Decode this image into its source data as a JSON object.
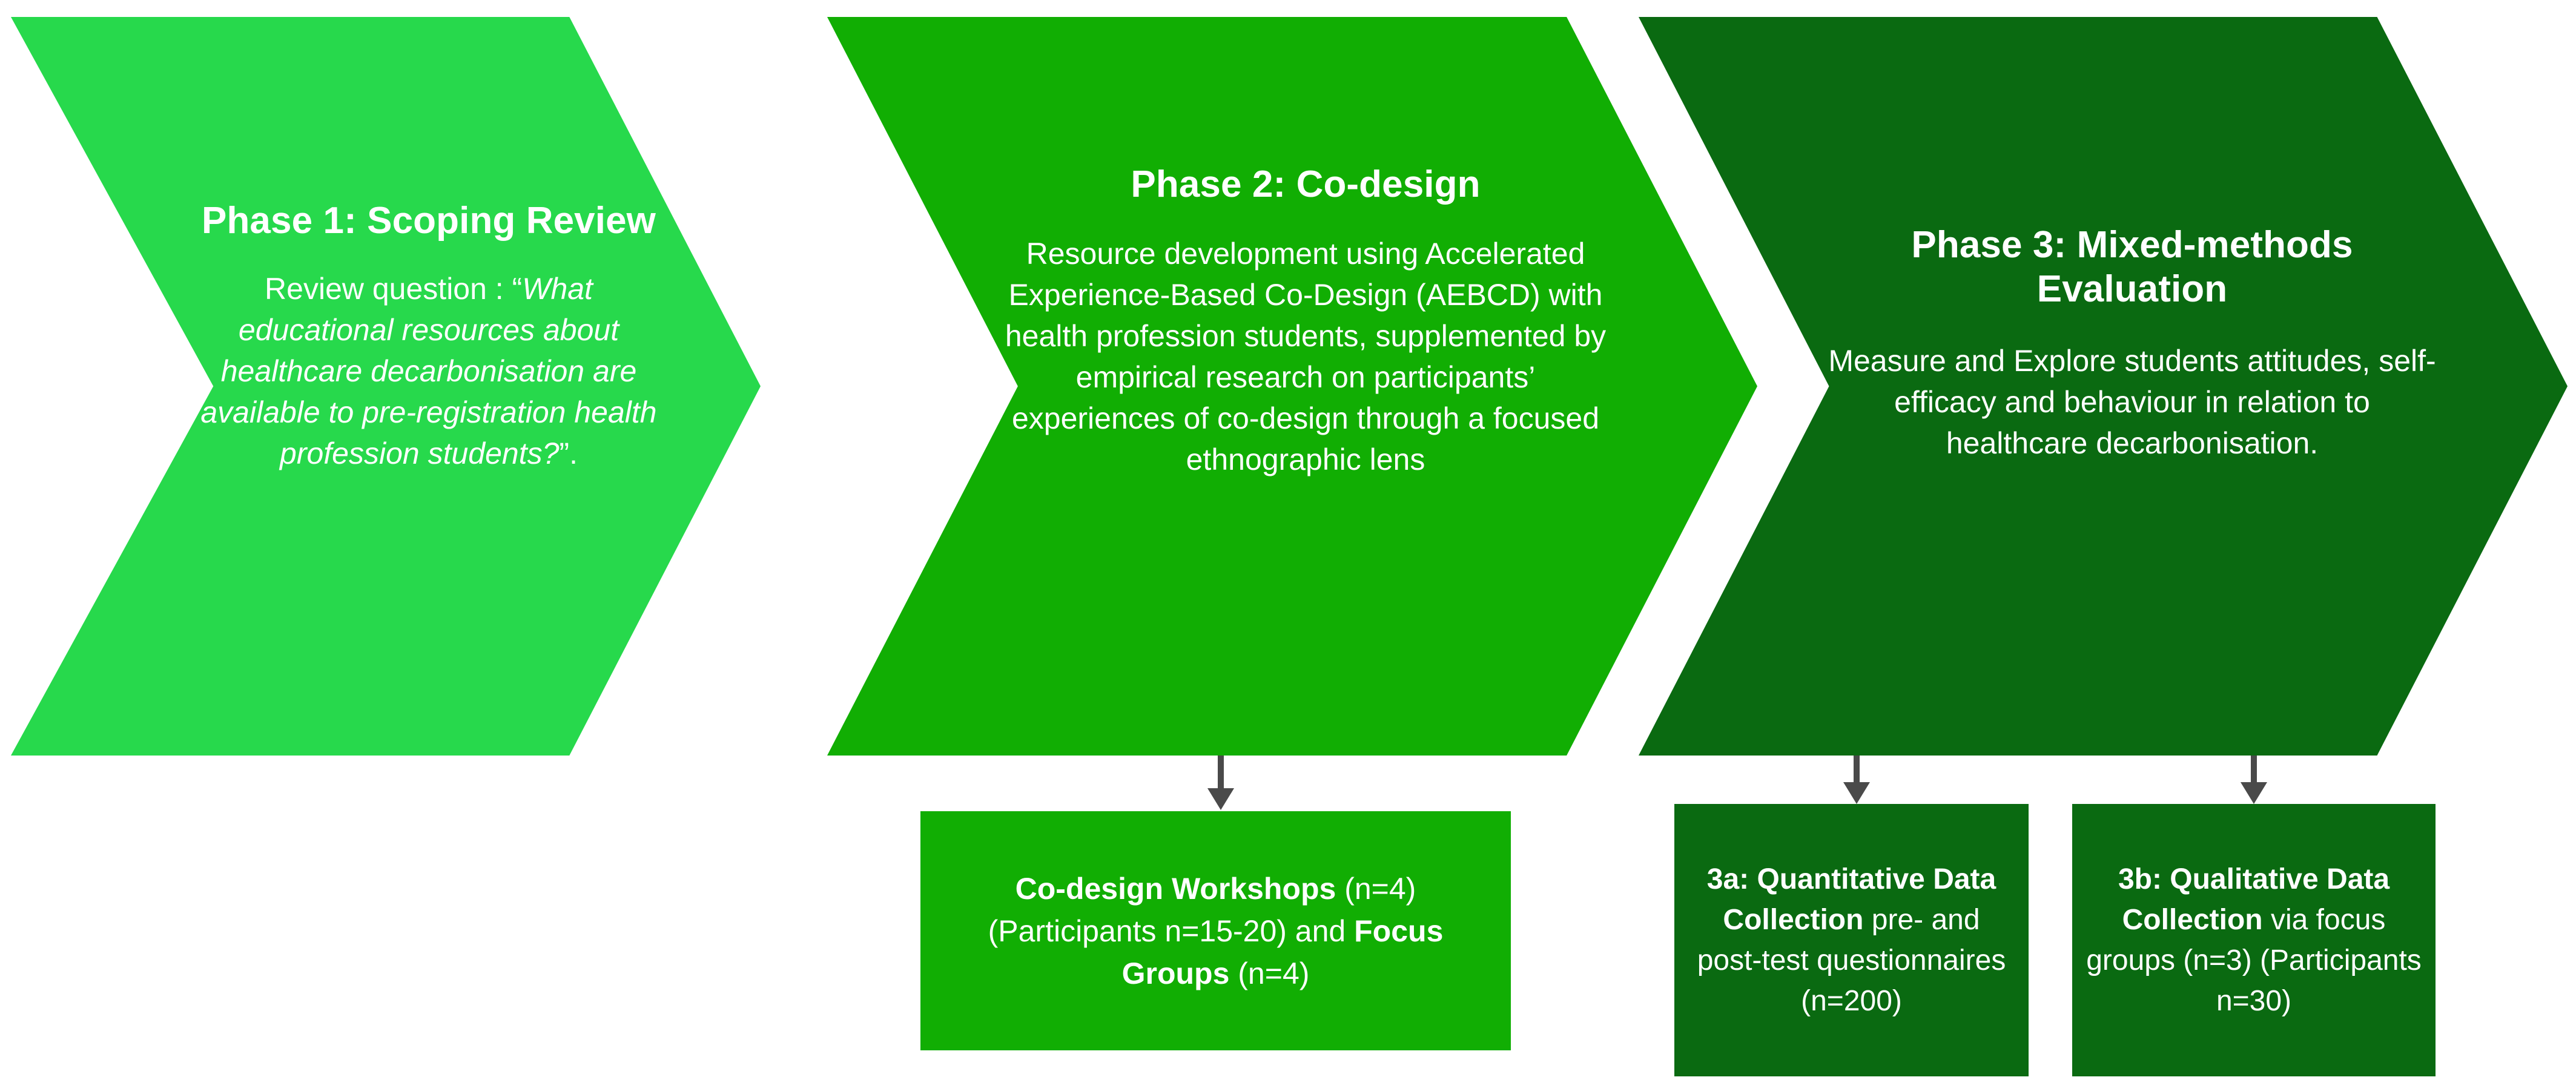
{
  "diagram": {
    "type": "process-flow-chevron",
    "colors": {
      "phase1_green": "#27d94c",
      "phase2_green": "#11ae03",
      "phase3_green": "#0a6a11",
      "arrow_gray": "#4a4a4a",
      "text_white": "#ffffff",
      "background": "#ffffff"
    },
    "phases": [
      {
        "id": "phase-1",
        "title": "Phase 1: Scoping Review",
        "body_prefix": "Review question : “",
        "body_quote": "What educational resources about healthcare decarbonisation are available to pre-registration health profession students?",
        "body_suffix": "”."
      },
      {
        "id": "phase-2",
        "title": "Phase 2: Co-design",
        "body": "Resource development using Accelerated Experience-Based Co-Design (AEBCD) with health profession students, supplemented by empirical research on participants’ experiences of co-design through a focused ethnographic lens"
      },
      {
        "id": "phase-3",
        "title": "Phase 3: Mixed-methods Evaluation",
        "body": "Measure and Explore students attitudes, self-efficacy and behaviour in relation to healthcare decarbonisation."
      }
    ],
    "outcomes": [
      {
        "id": "outcome-co-design",
        "parent": "phase-2",
        "bold_1": "Co-design Workshops",
        "plain_1": " (n=4) (Participants n=15-20) and ",
        "bold_2": "Focus Groups",
        "plain_2": " (n=4)"
      },
      {
        "id": "outcome-3a",
        "parent": "phase-3",
        "bold_1": "3a: Quantitative Data Collection",
        "plain_1": " pre- and post-test questionnaires (n=200)"
      },
      {
        "id": "outcome-3b",
        "parent": "phase-3",
        "bold_1": "3b: Qualitative Data Collection",
        "plain_1": " via focus groups (n=3) (Participants n=30)"
      }
    ],
    "connectors": [
      {
        "id": "arrow-to-co-design",
        "from": "phase-2",
        "to": "outcome-co-design",
        "direction": "down"
      },
      {
        "id": "arrow-to-3a",
        "from": "phase-3",
        "to": "outcome-3a",
        "direction": "down"
      },
      {
        "id": "arrow-to-3b",
        "from": "phase-3",
        "to": "outcome-3b",
        "direction": "down"
      }
    ]
  }
}
